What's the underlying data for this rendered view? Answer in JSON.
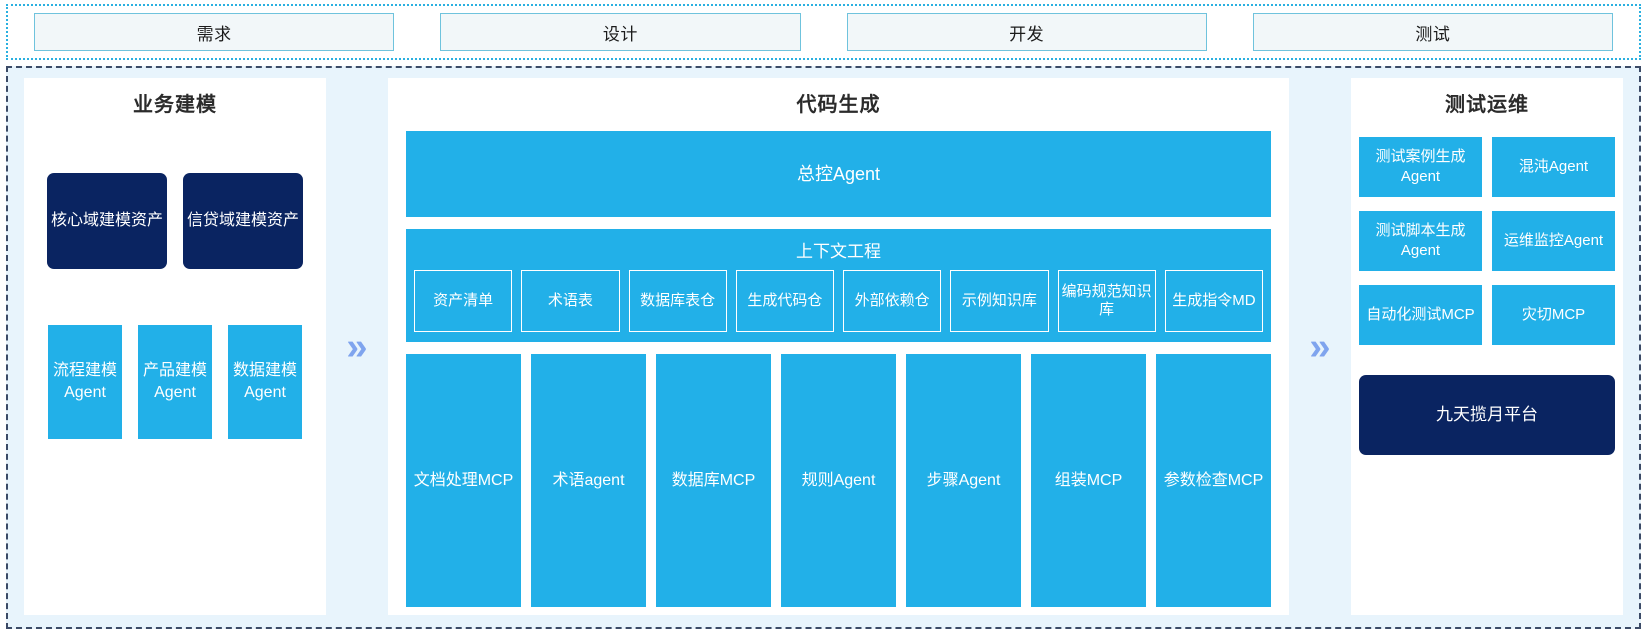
{
  "phases": {
    "items": [
      {
        "label": "需求"
      },
      {
        "label": "设计"
      },
      {
        "label": "开发"
      },
      {
        "label": "测试"
      }
    ]
  },
  "connectors": {
    "glyph": "»"
  },
  "colors": {
    "navy": "#0a2461",
    "cyan": "#22b0e8",
    "panel_bg": "#e8f4fc",
    "chevron": "#7fa4ee",
    "phase_border": "#6fc3dd",
    "phase_fill": "#f2f7f9"
  },
  "panels": {
    "business_modeling": {
      "title": "业务建模",
      "assets": [
        {
          "label": "核心域建模资产"
        },
        {
          "label": "信贷域建模资产"
        }
      ],
      "agents": [
        {
          "label": "流程建模Agent"
        },
        {
          "label": "产品建模Agent"
        },
        {
          "label": "数据建模Agent"
        }
      ]
    },
    "code_generation": {
      "title": "代码生成",
      "master_agent": "总控Agent",
      "context": {
        "title": "上下文工程",
        "items": [
          {
            "label": "资产清单"
          },
          {
            "label": "术语表"
          },
          {
            "label": "数据库表仓"
          },
          {
            "label": "生成代码仓"
          },
          {
            "label": "外部依赖仓"
          },
          {
            "label": "示例知识库"
          },
          {
            "label": "编码规范知识库"
          },
          {
            "label": "生成指令MD"
          }
        ]
      },
      "tools": [
        {
          "label": "文档处理MCP"
        },
        {
          "label": "术语agent"
        },
        {
          "label": "数据库MCP"
        },
        {
          "label": "规则Agent"
        },
        {
          "label": "步骤Agent"
        },
        {
          "label": "组装MCP"
        },
        {
          "label": "参数检查MCP"
        }
      ]
    },
    "test_ops": {
      "title": "测试运维",
      "items": [
        {
          "label": "测试案例生成Agent"
        },
        {
          "label": "混沌Agent"
        },
        {
          "label": "测试脚本生成Agent"
        },
        {
          "label": "运维监控Agent"
        },
        {
          "label": "自动化测试MCP"
        },
        {
          "label": "灾切MCP"
        }
      ],
      "platform": {
        "label": "九天揽月平台"
      }
    }
  }
}
